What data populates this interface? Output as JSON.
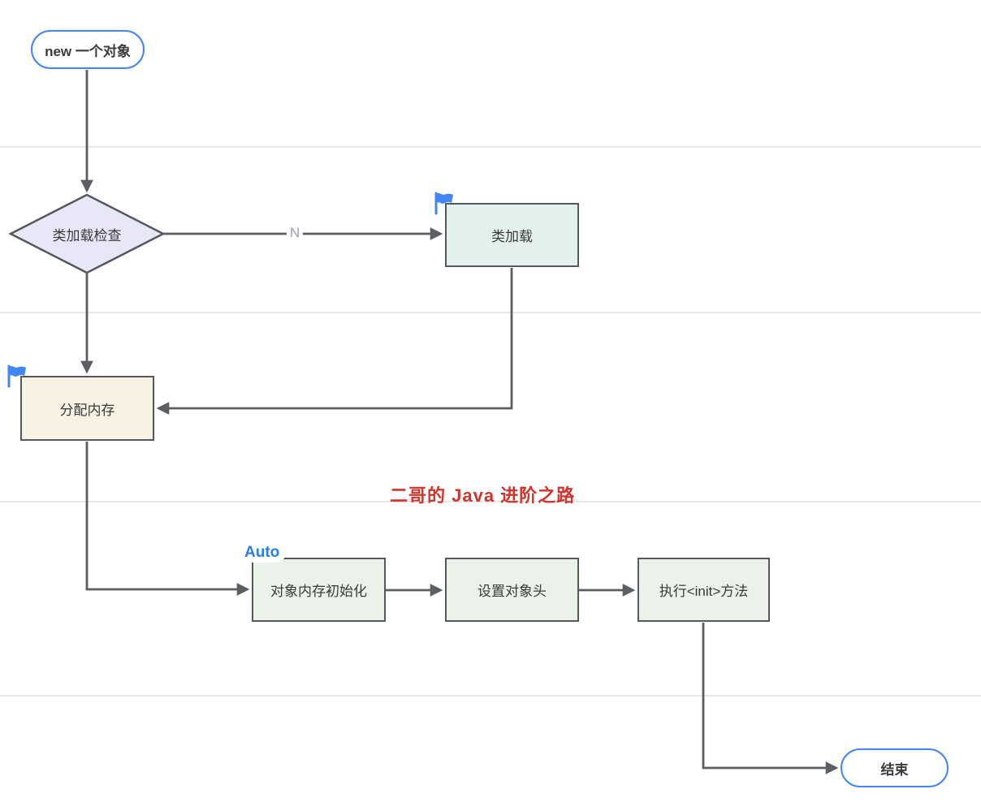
{
  "diagram": {
    "nodes": {
      "start": {
        "label": "new 一个对象",
        "shape": "stadium"
      },
      "decision": {
        "label": "类加载检查",
        "shape": "diamond"
      },
      "class_load": {
        "label": "类加载",
        "shape": "rect",
        "flagged": true
      },
      "alloc_memory": {
        "label": "分配内存",
        "shape": "rect",
        "flagged": true
      },
      "init_memory": {
        "label": "对象内存初始化",
        "shape": "rect",
        "badge": "Auto"
      },
      "set_header": {
        "label": "设置对象头",
        "shape": "rect"
      },
      "run_init": {
        "label": "执行<init>方法",
        "shape": "rect"
      },
      "end": {
        "label": "结束",
        "shape": "stadium"
      }
    },
    "edge_labels": {
      "decision_to_class_load": "N"
    },
    "badges": {
      "auto": "Auto"
    },
    "watermark": "二哥的 Java 进阶之路",
    "colors": {
      "stadium_border": "#4285f4",
      "flag_blue": "#4285f4",
      "auto_badge_blue": "#2b7de9",
      "watermark_red": "#d0342c",
      "decision_fill": "#e7e7f7",
      "class_load_fill": "#e4f0ee",
      "alloc_memory_fill": "#f8f2e4",
      "process_fill": "#ebf2ea",
      "shape_border": "#55585c",
      "connector": "#5b5e62",
      "gridline": "#e0e0e0"
    }
  }
}
